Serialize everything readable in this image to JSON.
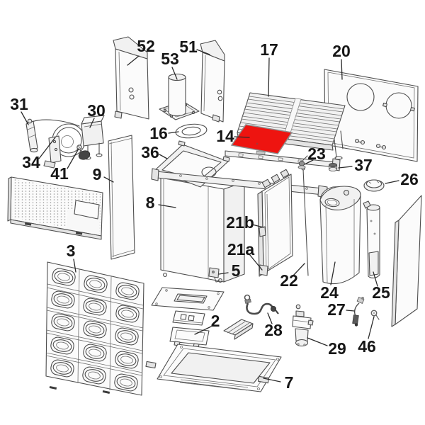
{
  "diagram": {
    "background_color": "#ffffff",
    "stroke_color": "#4d4d4d",
    "label_color": "#161616",
    "highlight_color": "#ee1410",
    "highlighted_part": "14"
  },
  "labels": {
    "p52": "52",
    "p53": "53",
    "p51": "51",
    "p17": "17",
    "p20": "20",
    "p31": "31",
    "p30": "30",
    "p34": "34",
    "p41": "41",
    "p9": "9",
    "p16": "16",
    "p36": "36",
    "p14": "14",
    "p23": "23",
    "p37": "37",
    "p26": "26",
    "p8": "8",
    "p21b": "21b",
    "p21a": "21a",
    "p5": "5",
    "p22": "22",
    "p24": "24",
    "p25": "25",
    "p3": "3",
    "p2": "2",
    "p28": "28",
    "p29": "29",
    "p27": "27",
    "p46": "46",
    "p7": "7"
  }
}
